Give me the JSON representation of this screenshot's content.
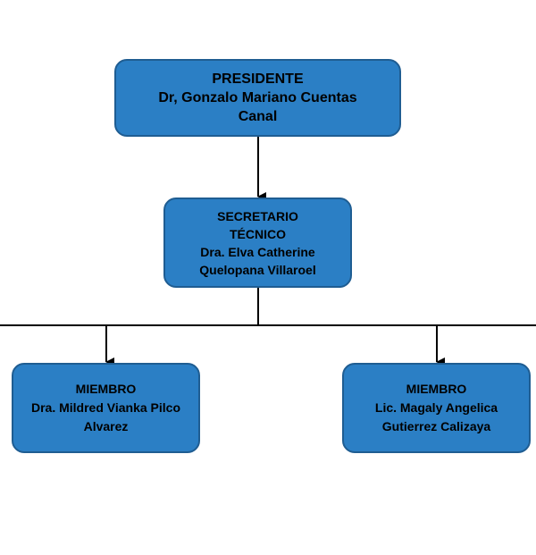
{
  "colors": {
    "node_fill": "#2b7fc5",
    "node_border": "#1f5d92",
    "connector": "#000000"
  },
  "nodes": {
    "president": {
      "role": "PRESIDENTE",
      "name": "Dr, Gonzalo Mariano Cuentas Canal"
    },
    "secretary": {
      "role": "SECRETARIO TÉCNICO",
      "name": "Dra. Elva Catherine Quelopana Villaroel"
    },
    "member_1": {
      "role": "MIEMBRO",
      "name": "Dra. Mildred Vianka Pilco Alvarez"
    },
    "member_2": {
      "role": "MIEMBRO",
      "name": "Lic. Magaly Angelica Gutierrez Calizaya"
    }
  }
}
